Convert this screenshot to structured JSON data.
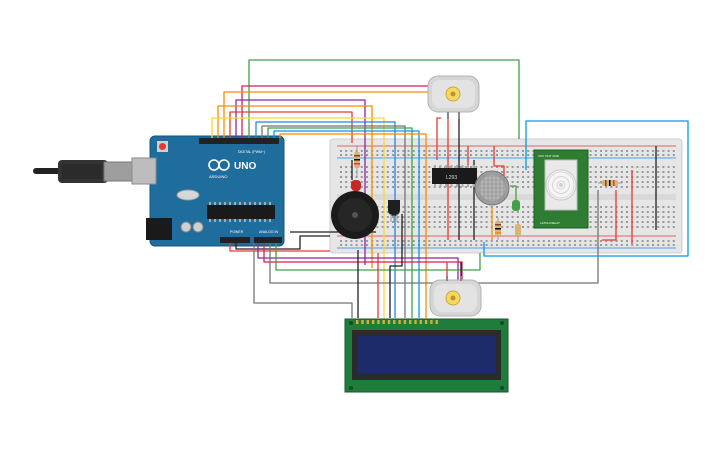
{
  "arduino": {
    "model_label": "UNO",
    "brand_label": "ARDUINO",
    "digital_label": "DIGITAL (PWM~)",
    "power_label": "POWER",
    "analog_label": "ANALOG IN"
  },
  "driver_ic": {
    "label": "L293"
  },
  "pir_sensor": {
    "top_label": "VCC OUT GND",
    "bottom_label": "LATCH DELAY"
  },
  "lcd": {
    "screen_text": ""
  },
  "colors": {
    "arduino_board": "#1f6d9c",
    "lcd_board": "#1f7d3c",
    "lcd_screen": "#1d2b6b",
    "pir_board": "#2e7d32",
    "breadboard": "#e8e8e8",
    "wire_red": "#e53935",
    "wire_green": "#43a047",
    "wire_purple": "#8e24aa",
    "wire_magenta": "#d81b60",
    "wire_orange": "#fb8c00",
    "wire_yellow": "#fdd835",
    "wire_blue": "#1e88e5",
    "wire_gray": "#757575",
    "wire_black": "#212121",
    "wire_cyan": "#039be5"
  }
}
